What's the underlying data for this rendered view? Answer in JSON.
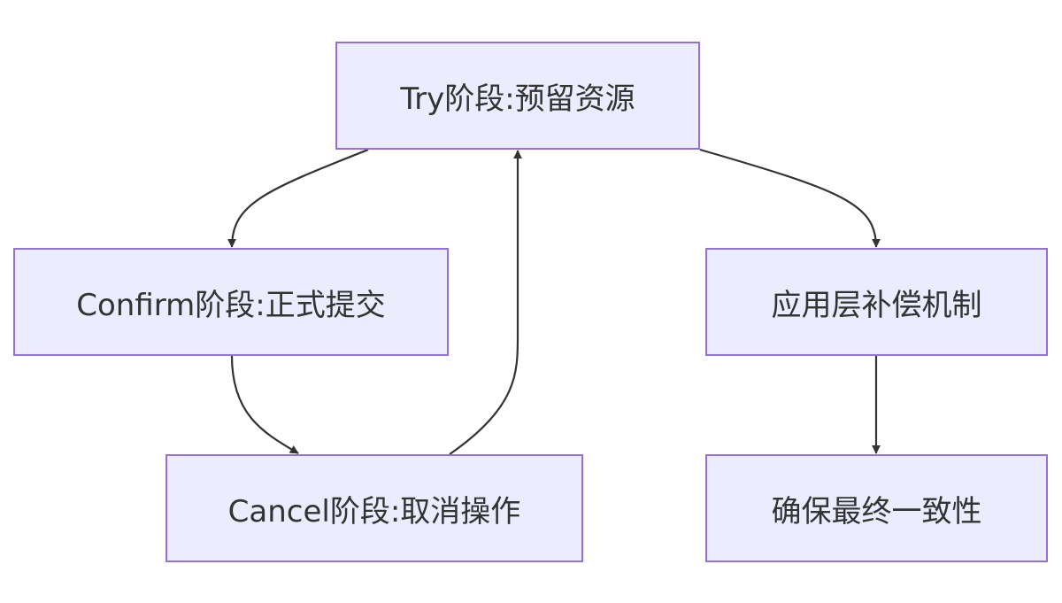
{
  "diagram": {
    "type": "flowchart",
    "colors": {
      "node_fill": "#ececff",
      "node_border": "#9370db",
      "edge": "#333333",
      "text": "#333333"
    },
    "nodes": {
      "try": "Try阶段:预留资源",
      "confirm": "Confirm阶段:正式提交",
      "compensation": "应用层补偿机制",
      "cancel": "Cancel阶段:取消操作",
      "final": "确保最终一致性"
    },
    "edges": [
      {
        "from": "try",
        "to": "confirm"
      },
      {
        "from": "try",
        "to": "compensation"
      },
      {
        "from": "confirm",
        "to": "cancel"
      },
      {
        "from": "cancel",
        "to": "try"
      },
      {
        "from": "compensation",
        "to": "final"
      }
    ]
  }
}
